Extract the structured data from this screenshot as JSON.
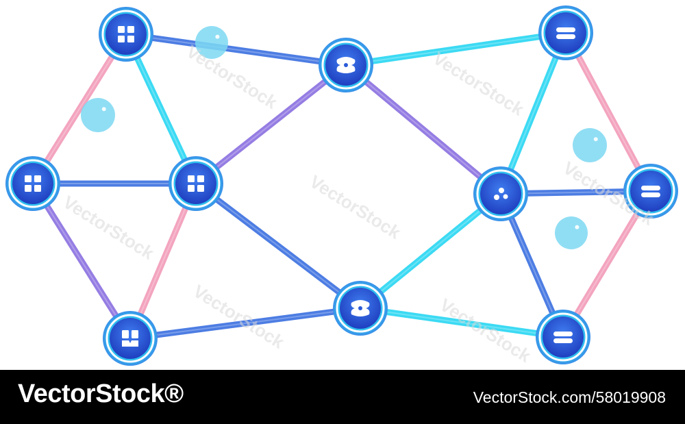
{
  "colors": {
    "edge_blue": "#3a6fe0",
    "edge_cyan": "#28d6f2",
    "edge_pink": "#f29bb8",
    "edge_violet": "#8a6fe0",
    "node_ring": "#2ad0f0",
    "node_core": "#2a5ad8",
    "bubble": "#7dd8f2",
    "footer_bg": "#000000"
  },
  "watermark": "VectorStock",
  "footer": {
    "brand": "VectorStock®",
    "credit": "VectorStock.com/58019908"
  },
  "nodes": [
    {
      "id": "n1",
      "icon": "four-squares-icon"
    },
    {
      "id": "n2",
      "icon": "four-squares-icon"
    },
    {
      "id": "n3",
      "icon": "four-squares-icon"
    },
    {
      "id": "n4",
      "icon": "corner-square-icon"
    },
    {
      "id": "n5",
      "icon": "hub-blob-icon"
    },
    {
      "id": "n6",
      "icon": "hub-blob-icon"
    },
    {
      "id": "n7",
      "icon": "two-bars-icon"
    },
    {
      "id": "n8",
      "icon": "three-dots-icon"
    },
    {
      "id": "n9",
      "icon": "two-bars-icon"
    },
    {
      "id": "n10",
      "icon": "two-bars-icon"
    }
  ],
  "edges": [
    {
      "from": "n1",
      "to": "n5",
      "style": "blue"
    },
    {
      "from": "n1",
      "to": "n3",
      "style": "cyan"
    },
    {
      "from": "n1",
      "to": "n2",
      "style": "pink"
    },
    {
      "from": "n2",
      "to": "n3",
      "style": "blue"
    },
    {
      "from": "n2",
      "to": "n4",
      "style": "violet"
    },
    {
      "from": "n3",
      "to": "n4",
      "style": "pink"
    },
    {
      "from": "n3",
      "to": "n5",
      "style": "violet"
    },
    {
      "from": "n3",
      "to": "n6",
      "style": "blue"
    },
    {
      "from": "n4",
      "to": "n6",
      "style": "blue"
    },
    {
      "from": "n5",
      "to": "n7",
      "style": "cyan"
    },
    {
      "from": "n5",
      "to": "n8",
      "style": "violet"
    },
    {
      "from": "n6",
      "to": "n8",
      "style": "cyan"
    },
    {
      "from": "n6",
      "to": "n10",
      "style": "cyan"
    },
    {
      "from": "n7",
      "to": "n8",
      "style": "cyan"
    },
    {
      "from": "n7",
      "to": "n9",
      "style": "pink"
    },
    {
      "from": "n8",
      "to": "n9",
      "style": "blue"
    },
    {
      "from": "n8",
      "to": "n10",
      "style": "blue"
    },
    {
      "from": "n9",
      "to": "n10",
      "style": "pink"
    }
  ]
}
